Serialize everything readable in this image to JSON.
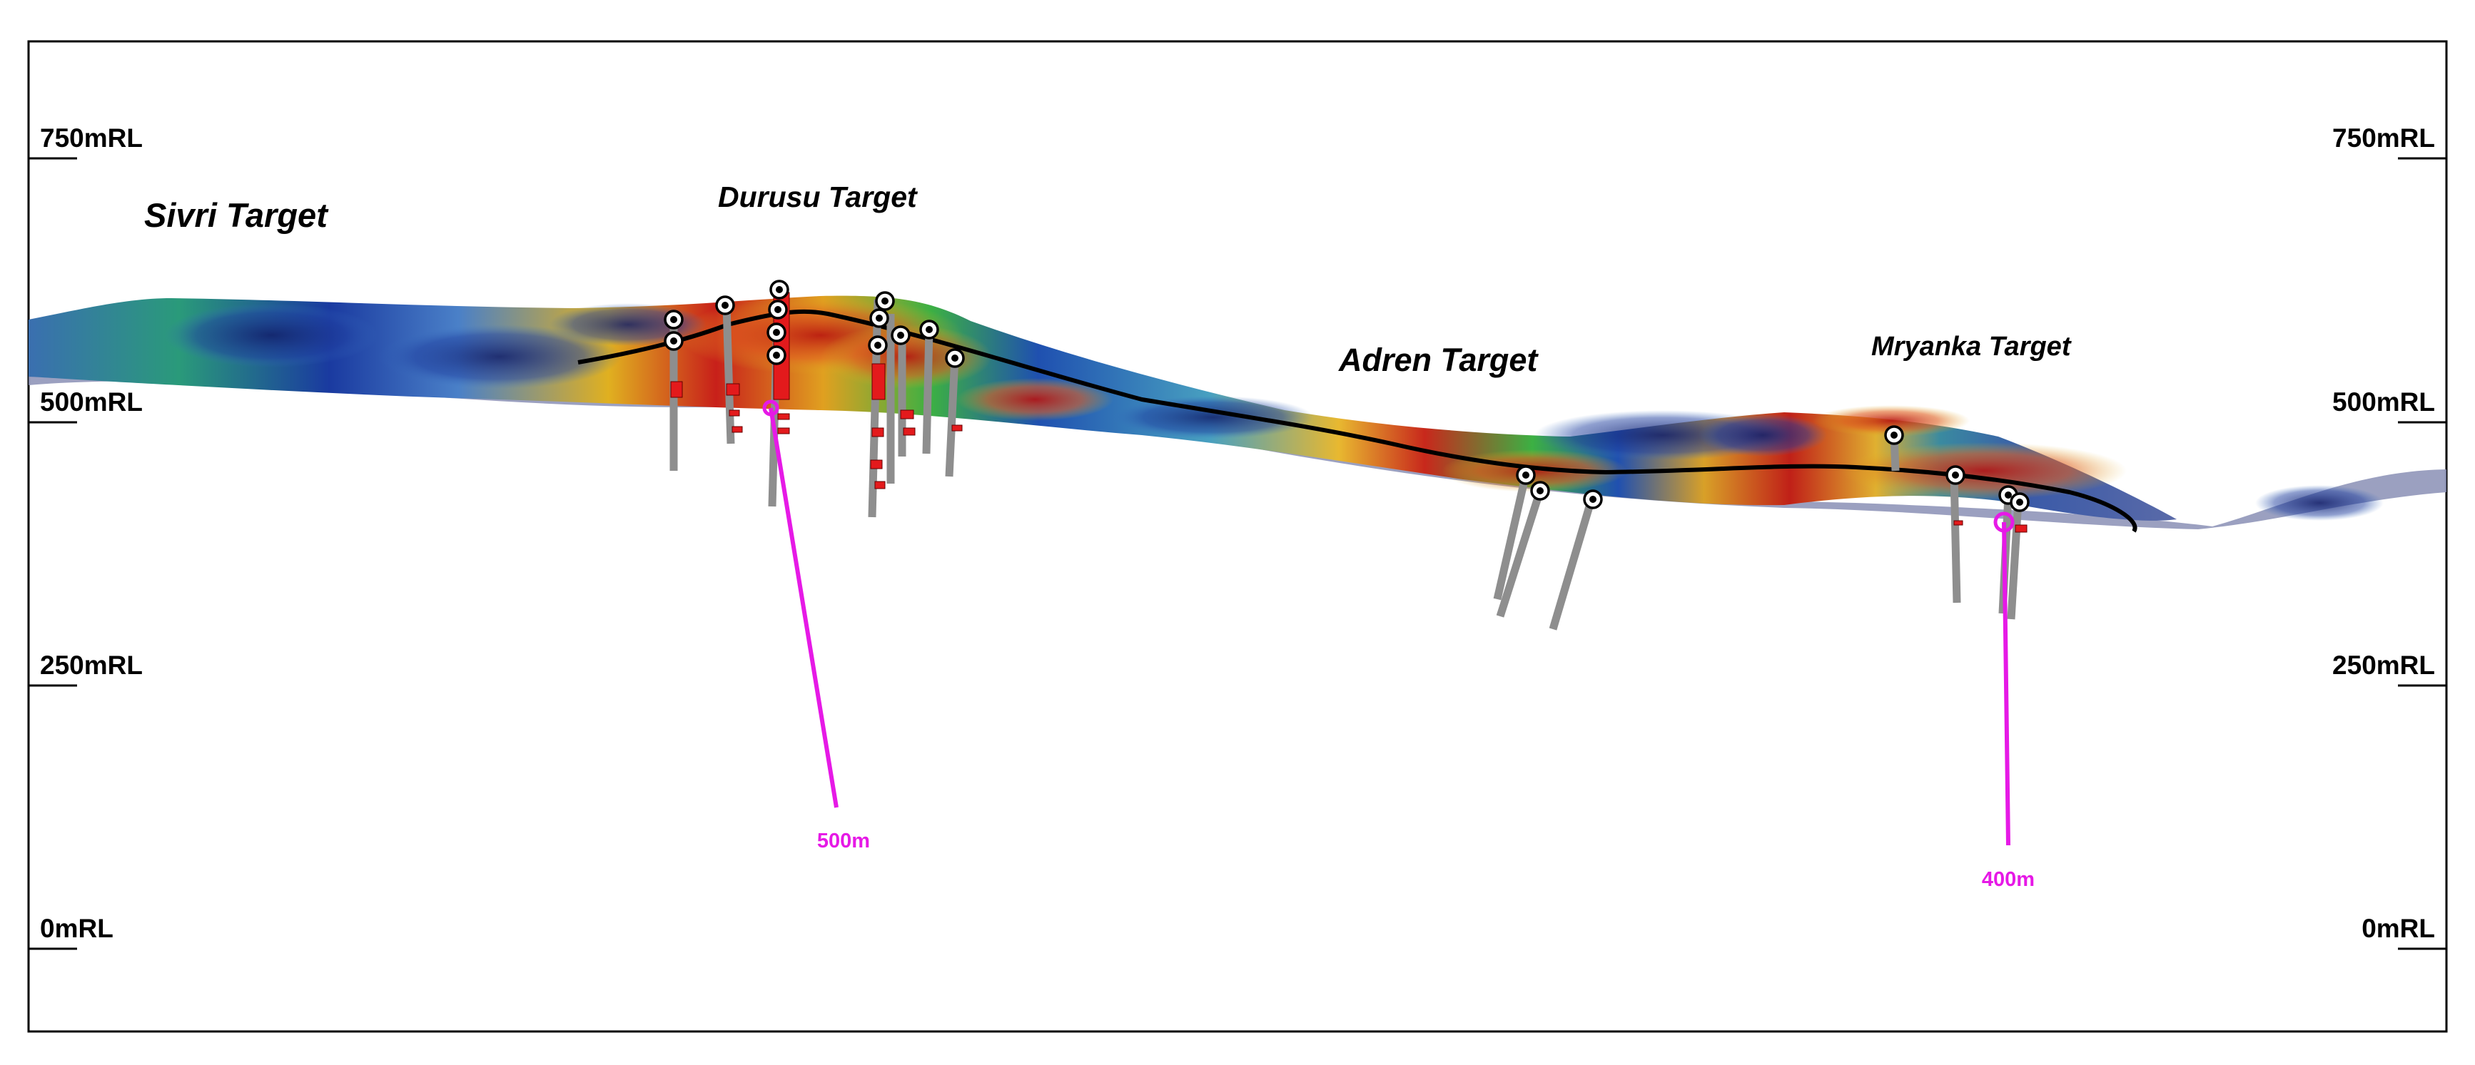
{
  "section": {
    "elevation_labels": [
      {
        "value": 750,
        "text": "750mRL"
      },
      {
        "value": 500,
        "text": "500mRL"
      },
      {
        "value": 250,
        "text": "250mRL"
      },
      {
        "value": 0,
        "text": "0mRL"
      }
    ],
    "targets": [
      {
        "name": "Sivri Target"
      },
      {
        "name": "Durusu Target"
      },
      {
        "name": "Adren Target"
      },
      {
        "name": "Mryanka Target"
      }
    ],
    "planned_holes": [
      {
        "depth_text": "500m",
        "color": "#e619e6"
      },
      {
        "depth_text": "400m",
        "color": "#e619e6"
      }
    ],
    "colors": {
      "drillhole": "#8e8e8e",
      "high_grade_interval": "#e31a1c",
      "planned_hole": "#e619e6",
      "fault_trace": "#000000",
      "model_low": "#1a3aa0",
      "model_mid": "#3cb043",
      "model_high": "#d7261e",
      "unmodelled": "#8a8fb5"
    },
    "icons": [
      "drillhole-collar-icon"
    ]
  }
}
